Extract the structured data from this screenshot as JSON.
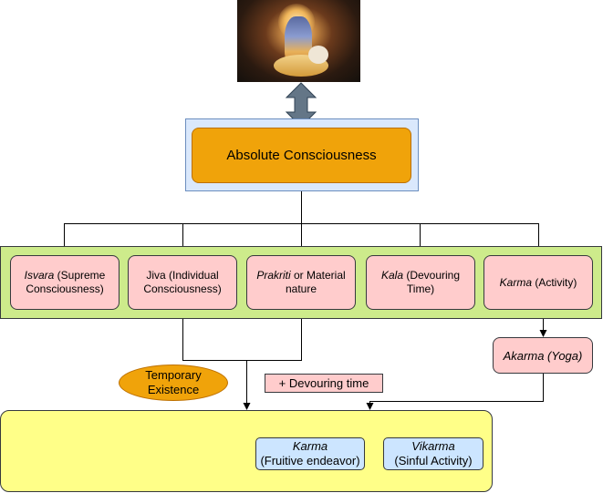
{
  "image": {
    "icon": "deity-image"
  },
  "absolute": {
    "label": "Absolute Consciousness"
  },
  "principles": [
    {
      "italic": "Isvara",
      "rest": " (Supreme Consciousness)"
    },
    {
      "italic": "",
      "rest": "Jiva (Individual Consciousness)"
    },
    {
      "italic": "Prakriti",
      "rest": " or Material nature"
    },
    {
      "italic": "Kala",
      "rest": " (Devouring Time)"
    },
    {
      "italic": "Karma",
      "rest": " (Activity)"
    }
  ],
  "akarma": {
    "label": "Akarma (Yoga)"
  },
  "devouring": {
    "label": "+ Devouring time"
  },
  "temporary": {
    "label": "Temporary Existence"
  },
  "outcomes": [
    {
      "title": "Karma",
      "subtitle": "(Fruitive endeavor)"
    },
    {
      "title": "Vikarma",
      "subtitle": "(Sinful Activity)"
    }
  ],
  "colors": {
    "orange": "#f0a30a",
    "light_blue": "#dae8fc",
    "green": "#cdeb8b",
    "pink": "#ffcccc",
    "yellow": "#ffff88",
    "blue": "#cce5ff",
    "arrow_gray": "#647687"
  }
}
